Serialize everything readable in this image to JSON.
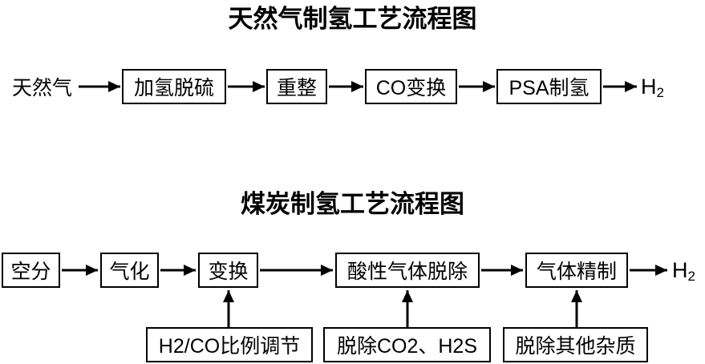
{
  "background_color": "#ffffff",
  "line_color": "#000000",
  "diagram1": {
    "title": "天然气制氢工艺流程图",
    "input_label": "天然气",
    "steps": [
      "加氢脱硫",
      "重整",
      "CO变换",
      "PSA制氢"
    ],
    "output": {
      "base": "H",
      "subscript": "2"
    }
  },
  "diagram2": {
    "title": "煤炭制氢工艺流程图",
    "steps": [
      "空分",
      "气化",
      "变换",
      "酸性气体脱除",
      "气体精制"
    ],
    "output": {
      "base": "H",
      "subscript": "2"
    },
    "annotations": [
      {
        "label": "H2/CO比例调节",
        "target": "变换"
      },
      {
        "label": "脱除CO2、H2S",
        "target": "酸性气体脱除"
      },
      {
        "label": "脱除其他杂质",
        "target": "气体精制"
      }
    ]
  }
}
